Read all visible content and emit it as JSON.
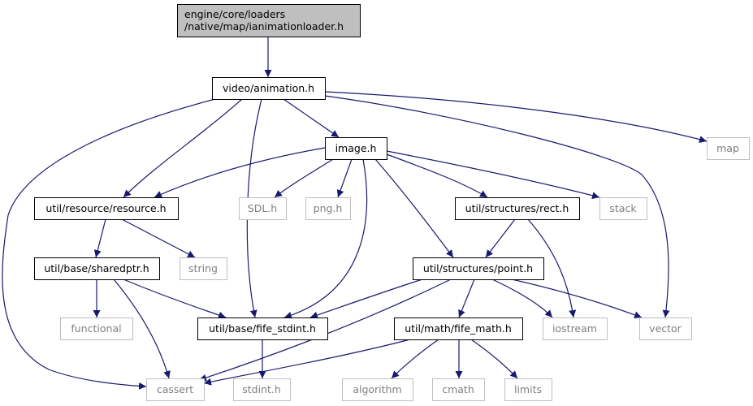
{
  "colors": {
    "edge": "#191970",
    "node_border_internal": "#000000",
    "node_border_external": "#bfbfbf",
    "root_fill": "#bfbfbf",
    "node_fill": "#ffffff",
    "external_text": "#7f7f7f"
  },
  "nodes": {
    "root": {
      "lines": [
        "engine/core/loaders",
        "/native/map/ianimationloader.h"
      ],
      "kind": "root"
    },
    "animation": {
      "lines": [
        "video/animation.h"
      ],
      "kind": "internal"
    },
    "map": {
      "lines": [
        "map"
      ],
      "kind": "external"
    },
    "image": {
      "lines": [
        "image.h"
      ],
      "kind": "internal"
    },
    "resource": {
      "lines": [
        "util/resource/resource.h"
      ],
      "kind": "internal"
    },
    "sdl": {
      "lines": [
        "SDL.h"
      ],
      "kind": "external"
    },
    "png": {
      "lines": [
        "png.h"
      ],
      "kind": "external"
    },
    "rect": {
      "lines": [
        "util/structures/rect.h"
      ],
      "kind": "internal"
    },
    "stack": {
      "lines": [
        "stack"
      ],
      "kind": "external"
    },
    "sharedptr": {
      "lines": [
        "util/base/sharedptr.h"
      ],
      "kind": "internal"
    },
    "string": {
      "lines": [
        "string"
      ],
      "kind": "external"
    },
    "point": {
      "lines": [
        "util/structures/point.h"
      ],
      "kind": "internal"
    },
    "functional": {
      "lines": [
        "functional"
      ],
      "kind": "external"
    },
    "fife_stdint": {
      "lines": [
        "util/base/fife_stdint.h"
      ],
      "kind": "internal"
    },
    "fife_math": {
      "lines": [
        "util/math/fife_math.h"
      ],
      "kind": "internal"
    },
    "iostream": {
      "lines": [
        "iostream"
      ],
      "kind": "external"
    },
    "vector": {
      "lines": [
        "vector"
      ],
      "kind": "external"
    },
    "cassert": {
      "lines": [
        "cassert"
      ],
      "kind": "external"
    },
    "stdint": {
      "lines": [
        "stdint.h"
      ],
      "kind": "external"
    },
    "algorithm": {
      "lines": [
        "algorithm"
      ],
      "kind": "external"
    },
    "cmath": {
      "lines": [
        "cmath"
      ],
      "kind": "external"
    },
    "limits": {
      "lines": [
        "limits"
      ],
      "kind": "external"
    }
  },
  "edges": [
    [
      "root",
      "animation"
    ],
    [
      "animation",
      "image"
    ],
    [
      "animation",
      "map"
    ],
    [
      "animation",
      "resource"
    ],
    [
      "animation",
      "fife_stdint"
    ],
    [
      "animation",
      "vector"
    ],
    [
      "animation",
      "cassert"
    ],
    [
      "image",
      "resource"
    ],
    [
      "image",
      "sdl"
    ],
    [
      "image",
      "png"
    ],
    [
      "image",
      "rect"
    ],
    [
      "image",
      "stack"
    ],
    [
      "image",
      "point"
    ],
    [
      "image",
      "fife_stdint"
    ],
    [
      "resource",
      "sharedptr"
    ],
    [
      "resource",
      "string"
    ],
    [
      "rect",
      "point"
    ],
    [
      "rect",
      "iostream"
    ],
    [
      "sharedptr",
      "functional"
    ],
    [
      "sharedptr",
      "fife_stdint"
    ],
    [
      "sharedptr",
      "cassert"
    ],
    [
      "point",
      "fife_stdint"
    ],
    [
      "point",
      "fife_math"
    ],
    [
      "point",
      "iostream"
    ],
    [
      "point",
      "vector"
    ],
    [
      "point",
      "cassert"
    ],
    [
      "fife_stdint",
      "stdint"
    ],
    [
      "fife_math",
      "cassert"
    ],
    [
      "fife_math",
      "algorithm"
    ],
    [
      "fife_math",
      "cmath"
    ],
    [
      "fife_math",
      "limits"
    ]
  ]
}
